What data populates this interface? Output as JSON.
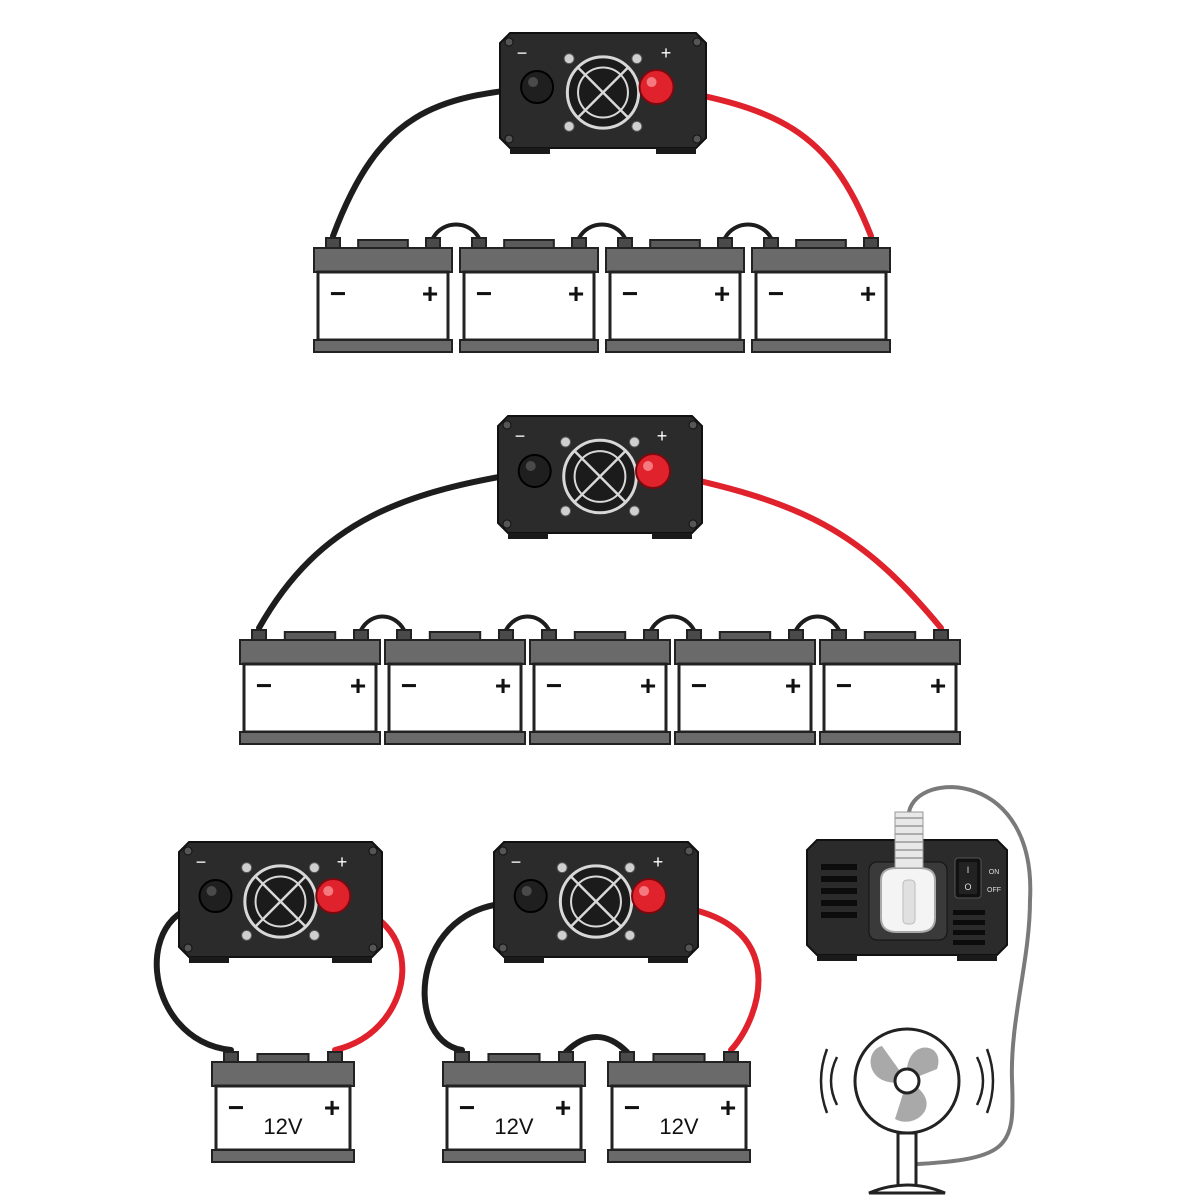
{
  "terminals": {
    "negative": "−",
    "positive": "+"
  },
  "outlet_panel": {
    "switch_on": "ON",
    "switch_off": "OFF"
  },
  "diagrams": [
    {
      "id": "series-4",
      "battery_count": 4,
      "battery_voltage_label": ""
    },
    {
      "id": "series-5",
      "battery_count": 5,
      "battery_voltage_label": ""
    },
    {
      "id": "single-12v",
      "battery_count": 1,
      "battery_voltage_label": "12V"
    },
    {
      "id": "series-2-12v",
      "battery_count": 2,
      "battery_voltage_label": "12V"
    }
  ],
  "icons": [
    "inverter-icon",
    "fan-icon",
    "plug-icon",
    "outlet-icon",
    "power-switch-icon",
    "sound-wave-icon"
  ],
  "colors": {
    "positive_cable": "#e0222c",
    "negative_cable": "#1d1d1d",
    "battery_body": "#ffffff",
    "battery_lid": "#6a6a6a",
    "inverter_body": "#2b2b2b",
    "fan_guard": "#d8d8d8",
    "fan_blades": "#a9a9a9",
    "power_cord": "#7a7a7a"
  }
}
